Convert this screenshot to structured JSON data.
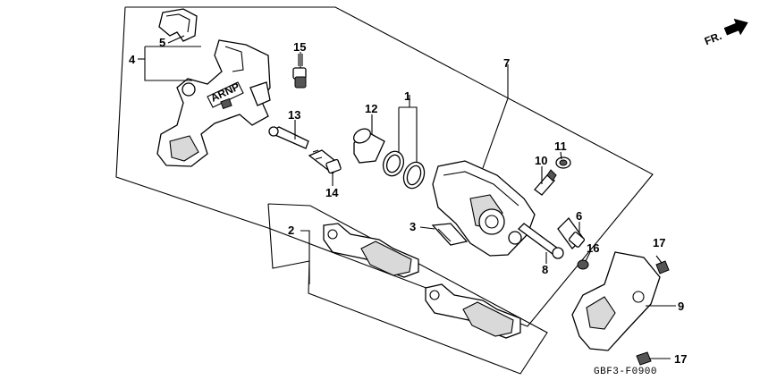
{
  "direction": {
    "label": "FR."
  },
  "diagram_code": "GBF3-F0900",
  "callouts": [
    {
      "id": "1",
      "label": "1"
    },
    {
      "id": "2",
      "label": "2"
    },
    {
      "id": "3",
      "label": "3"
    },
    {
      "id": "4",
      "label": "4"
    },
    {
      "id": "5",
      "label": "5"
    },
    {
      "id": "6",
      "label": "6"
    },
    {
      "id": "7",
      "label": "7"
    },
    {
      "id": "8",
      "label": "8"
    },
    {
      "id": "9",
      "label": "9"
    },
    {
      "id": "10",
      "label": "10"
    },
    {
      "id": "11",
      "label": "11"
    },
    {
      "id": "12",
      "label": "12"
    },
    {
      "id": "13",
      "label": "13"
    },
    {
      "id": "14",
      "label": "14"
    },
    {
      "id": "15",
      "label": "15"
    },
    {
      "id": "16",
      "label": "16"
    },
    {
      "id": "17a",
      "label": "17"
    },
    {
      "id": "17b",
      "label": "17"
    }
  ]
}
